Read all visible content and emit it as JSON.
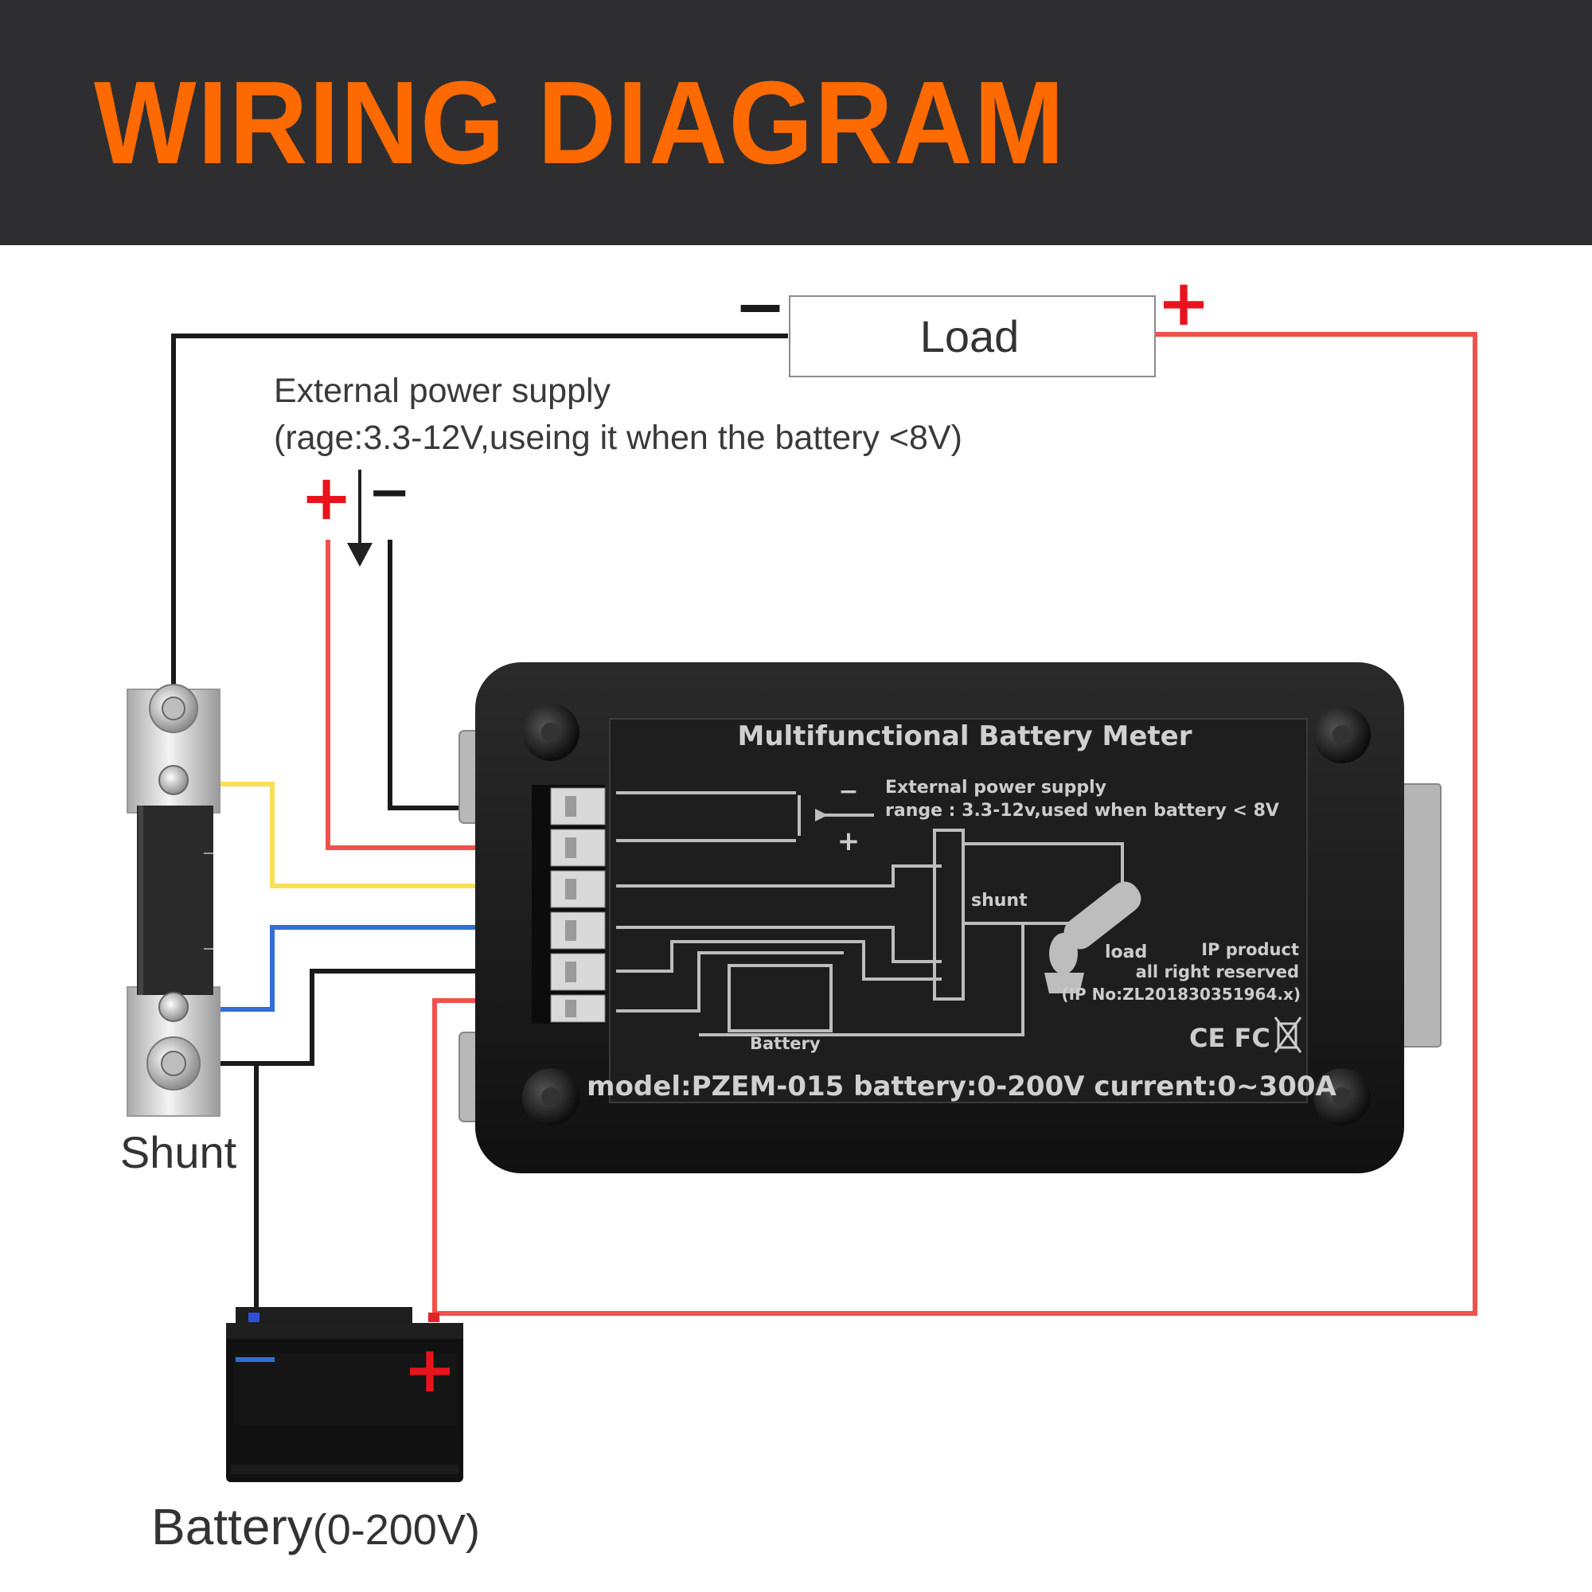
{
  "header": {
    "title": "WIRING DIAGRAM"
  },
  "colors": {
    "title": "#ff6a00",
    "header_bg": "#2e2e30",
    "positive_wire": "#f0524b",
    "negative_wire": "#1a1a1a",
    "yellow_wire": "#f7df58",
    "blue_wire": "#2f6fd6",
    "plus_sign": "#e8141d",
    "battery_minus": "#2f6fd6"
  },
  "load": {
    "label": "Load",
    "minus": "−",
    "plus": "+"
  },
  "external_supply": {
    "line1": "External power supply",
    "line2": "(rage:3.3-12V,useing it when the battery <8V)",
    "plus": "+",
    "minus": "−"
  },
  "meter": {
    "title": "Multifunctional Battery Meter",
    "ext_supply_line1": "External power supply",
    "ext_supply_line2": "range : 3.3-12v,used when battery < 8V",
    "minus": "−",
    "plus": "+",
    "shunt_label": "shunt",
    "load_label": "load",
    "battery_label": "Battery",
    "ip_line1": "IP product",
    "ip_line2": "all right reserved",
    "ip_line3": "(IP No:ZL201830351964.x)",
    "cert": "CE FC",
    "model_line": "model:PZEM-015 battery:0-200V current:0~300A"
  },
  "shunt": {
    "label": "Shunt"
  },
  "battery": {
    "label": "Battery",
    "range": "(0-200V)",
    "minus": "−",
    "plus": "+"
  }
}
